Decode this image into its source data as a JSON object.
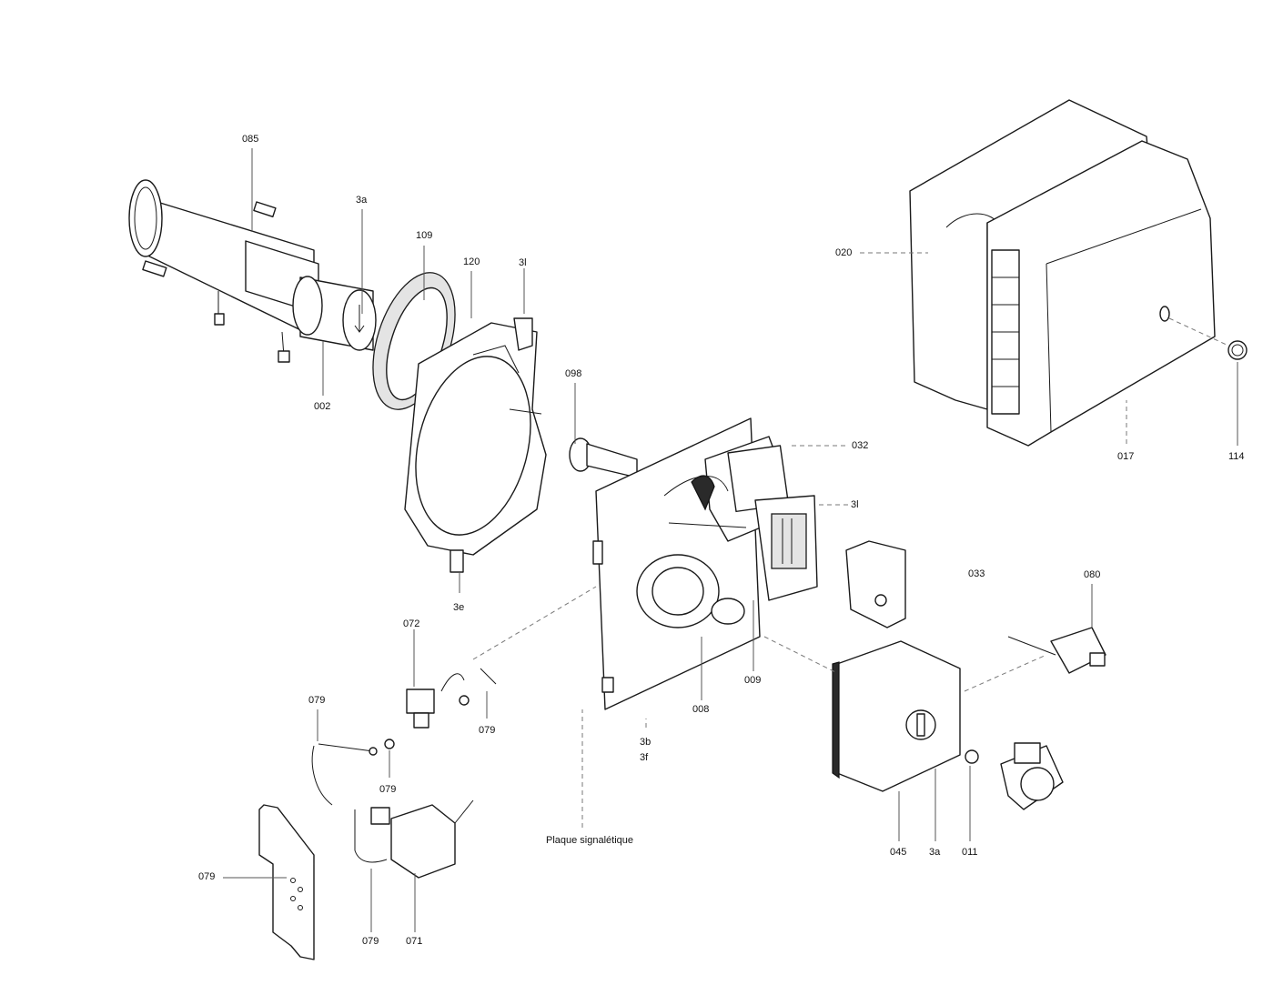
{
  "labels": {
    "l_085": "085",
    "l_3a_top": "3a",
    "l_109": "109",
    "l_120": "120",
    "l_3l_top": "3l",
    "l_002": "002",
    "l_098": "098",
    "l_020": "020",
    "l_032": "032",
    "l_017": "017",
    "l_114": "114",
    "l_3l_mid": "3l",
    "l_3e": "3e",
    "l_033": "033",
    "l_080": "080",
    "l_072": "072",
    "l_009": "009",
    "l_008": "008",
    "l_079_a": "079",
    "l_079_b": "079",
    "l_079_c": "079",
    "l_079_d": "079",
    "l_079_e": "079",
    "l_3b": "3b",
    "l_3f": "3f",
    "l_plaque": "Plaque signalétique",
    "l_045": "045",
    "l_3a_bot": "3a",
    "l_011": "011",
    "l_071": "071"
  }
}
